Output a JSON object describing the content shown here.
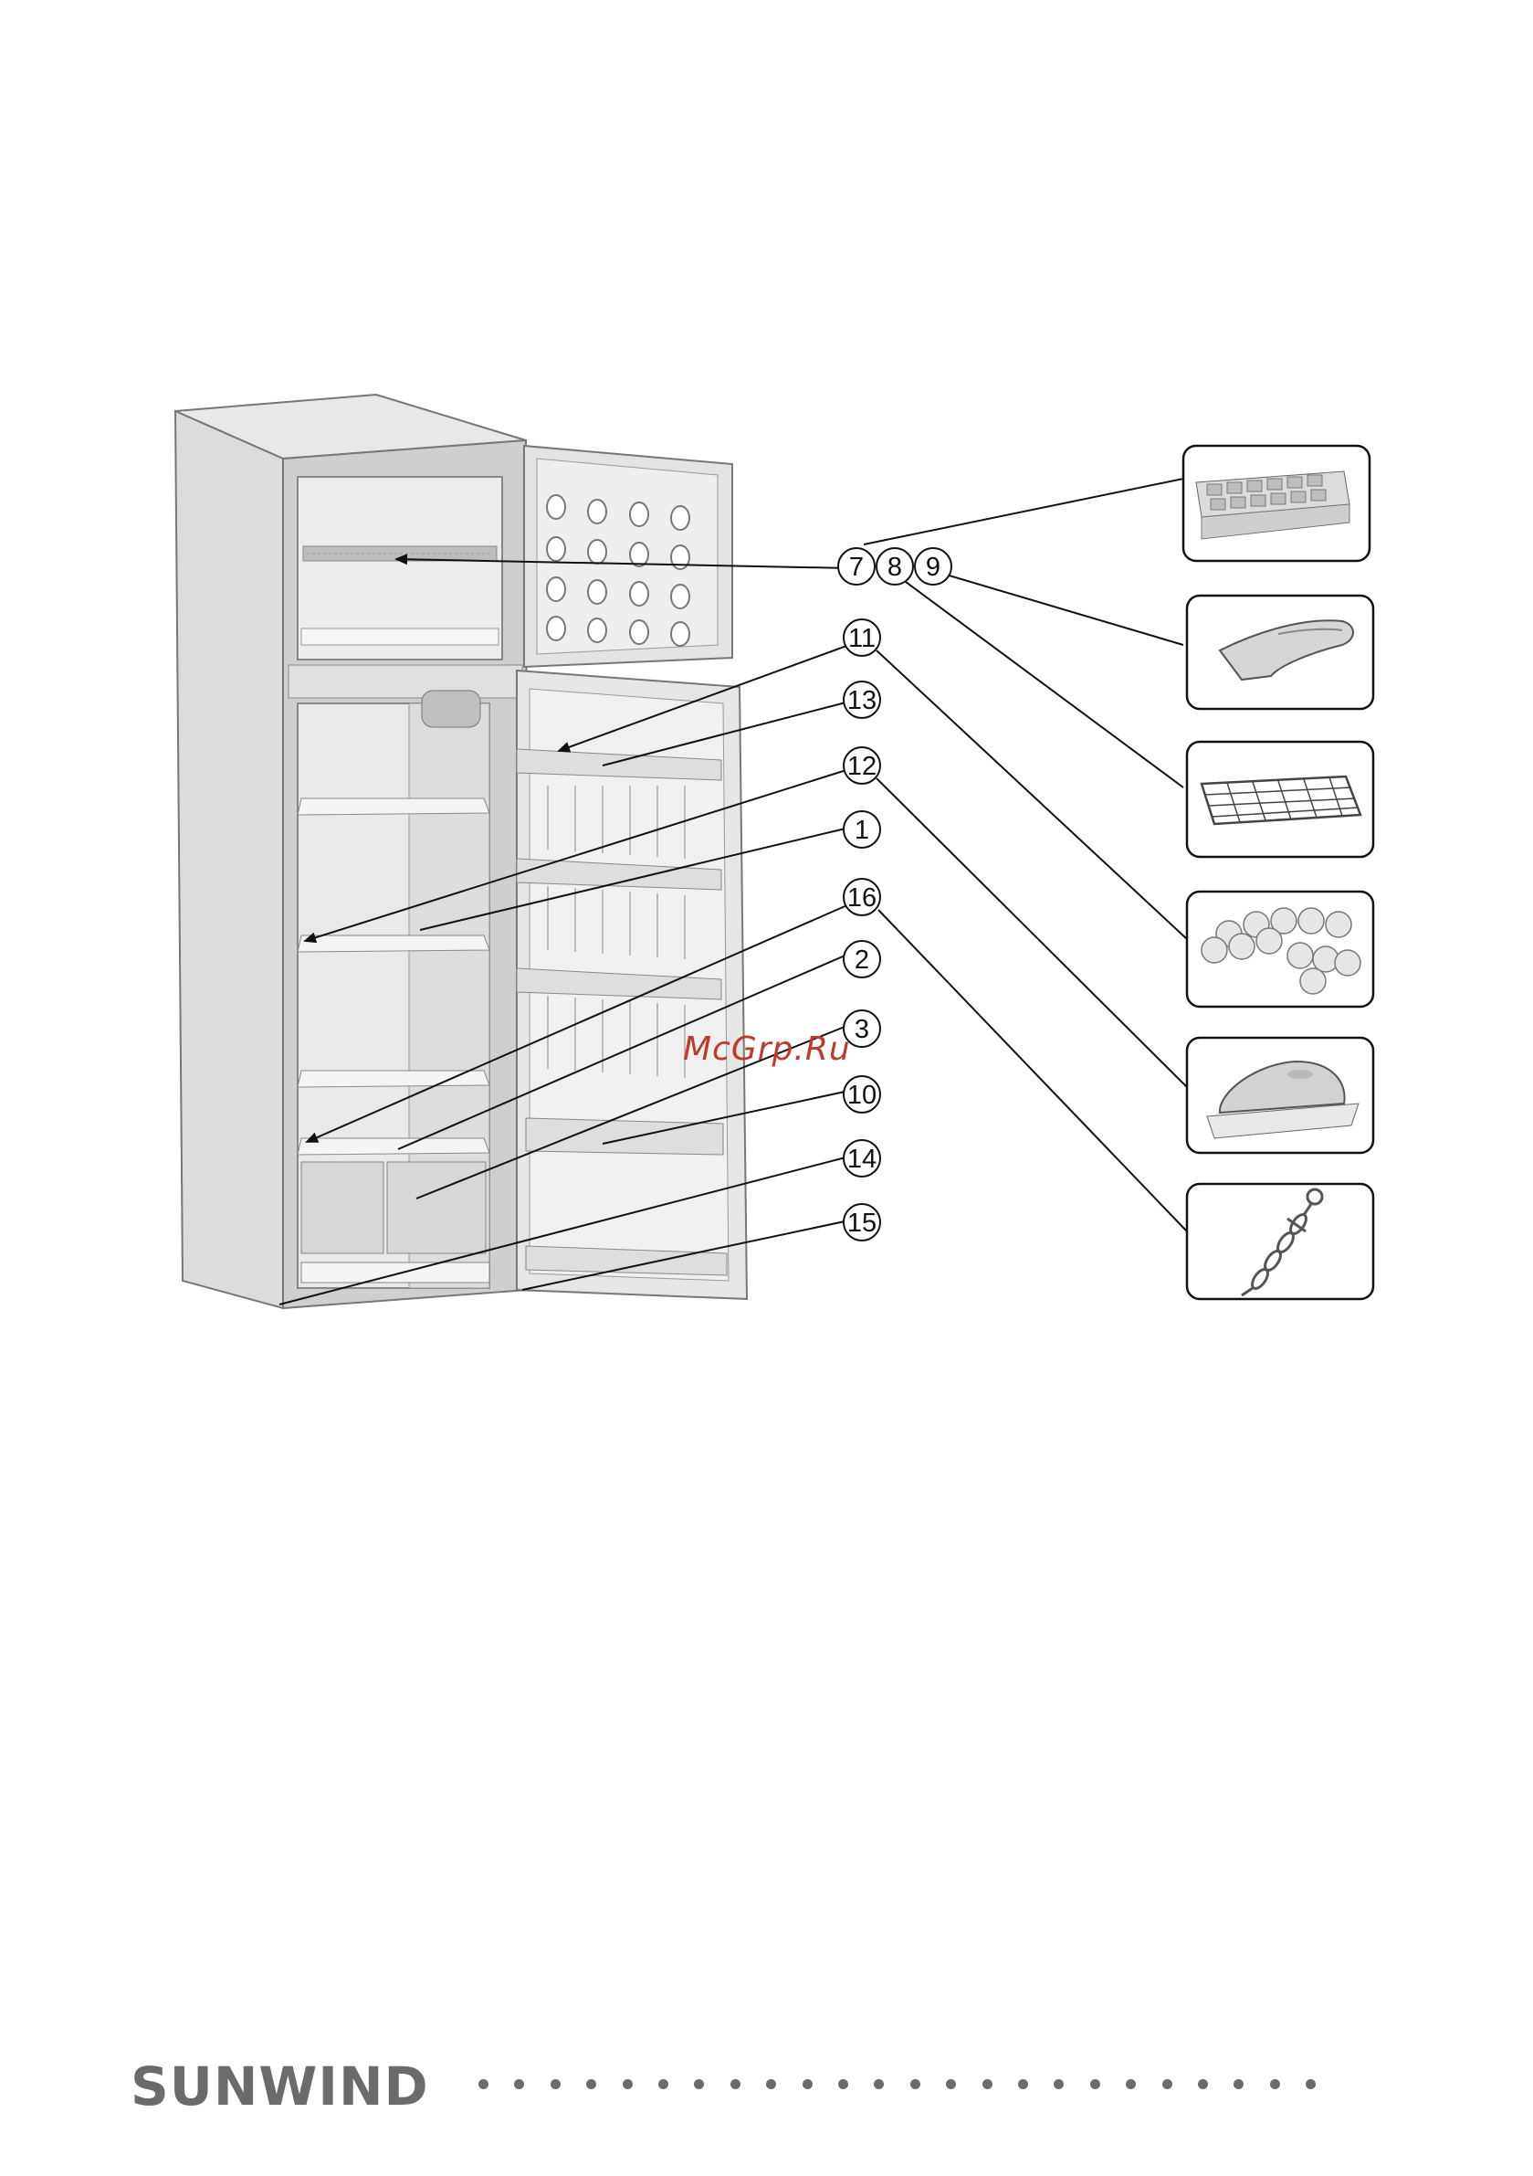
{
  "diagram": {
    "callouts": [
      "7",
      "8",
      "9",
      "11",
      "13",
      "12",
      "1",
      "16",
      "2",
      "3",
      "10",
      "14",
      "15"
    ],
    "accessories": [
      "ice-cube-tray",
      "ice-scoop",
      "wire-rack",
      "egg-holder",
      "butter-dish",
      "bottle-holder-chain"
    ]
  },
  "watermark": "McGrp.Ru",
  "footer": {
    "brand": "SUNWIND"
  }
}
